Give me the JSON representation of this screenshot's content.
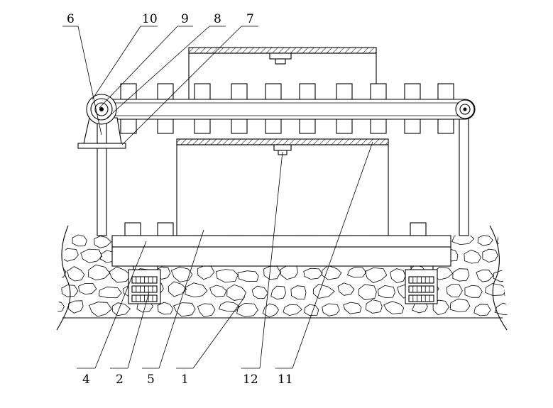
{
  "labels": {
    "l1": "1",
    "l2": "2",
    "l4": "4",
    "l5": "5",
    "l6": "6",
    "l7": "7",
    "l8": "8",
    "l9": "9",
    "l10": "10",
    "l11": "11",
    "l12": "12"
  },
  "colors": {
    "line": "#000000",
    "background": "#ffffff"
  }
}
